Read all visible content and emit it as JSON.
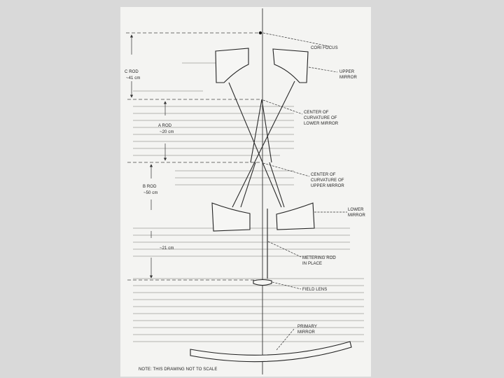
{
  "labels": {
    "focus": "CORI FOCUS",
    "upper_mirror_1": "UPPER",
    "upper_mirror_2": "MIRROR",
    "center_lower_1": "CENTER OF",
    "center_lower_2": "CURVATURE OF",
    "center_lower_3": "LOWER MIRROR",
    "center_upper_1": "CENTER OF",
    "center_upper_2": "CURVATURE OF",
    "center_upper_3": "UPPER MIRROR",
    "lower_mirror_1": "LOWER",
    "lower_mirror_2": "MIRROR",
    "metering_1": "METERING ROD",
    "metering_2": "IN PLACE",
    "field_lens": "FIELD LENS",
    "primary_1": "PRIMARY",
    "primary_2": "MIRROR",
    "note": "NOTE: THIS DRAWING NOT TO SCALE"
  },
  "dimensions": {
    "c_rod_1": "C ROD",
    "c_rod_2": "~41 cm",
    "a_rod_1": "A ROD",
    "a_rod_2": "~20 cm",
    "b_rod_1": "B ROD",
    "b_rod_2": "~50 cm",
    "lower_gap": "~21 cm"
  }
}
